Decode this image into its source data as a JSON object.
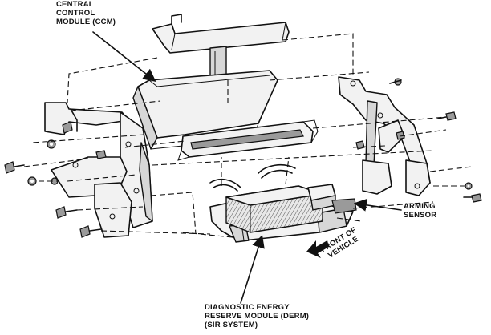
{
  "labels": {
    "ccm": [
      "CENTRAL",
      "CONTROL",
      "MODULE (CCM)"
    ],
    "arming_sensor": [
      "ARMING",
      "SENSOR"
    ],
    "front_of_vehicle": [
      "FRONT OF",
      "VEHICLE"
    ],
    "derm": [
      "DIAGNOSTIC ENERGY",
      "RESERVE MODULE (DERM)",
      "(SIR SYSTEM)"
    ]
  },
  "colors": {
    "ink": "#111111",
    "paper": "#ffffff"
  }
}
